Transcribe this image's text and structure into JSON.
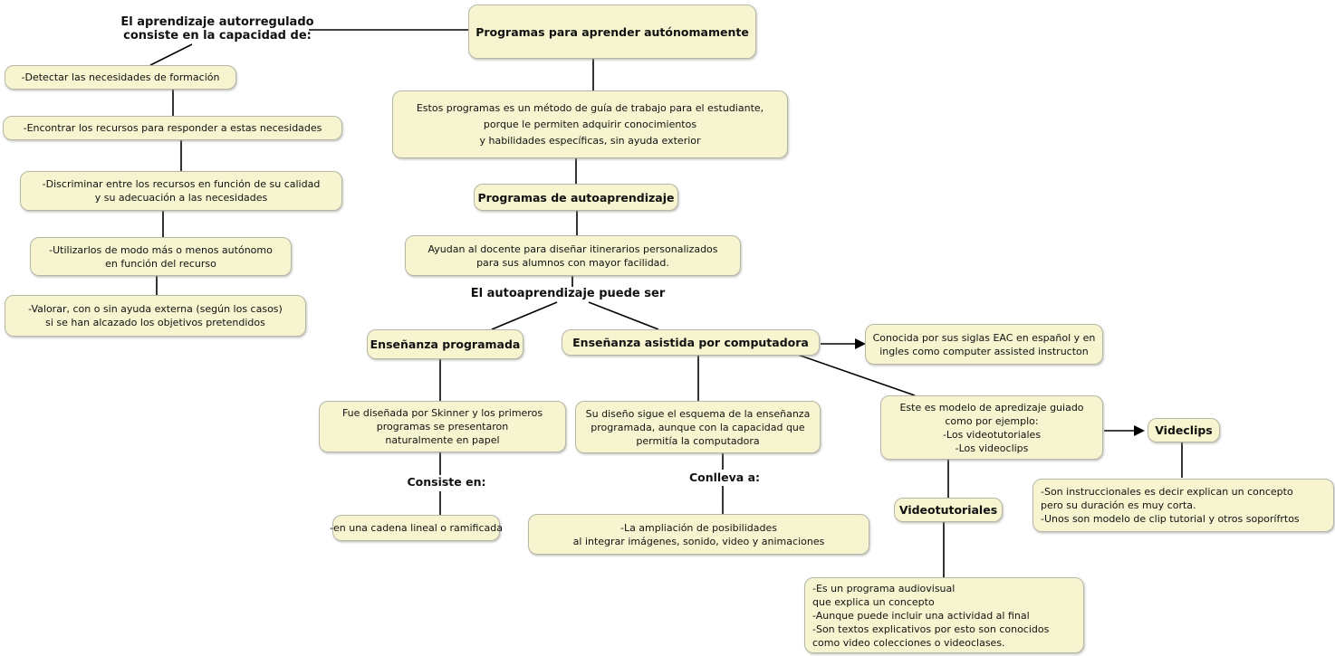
{
  "title": "Programas para aprender autónomamente",
  "style": {
    "background": "#ffffff",
    "node_fill": "#f6f5d0",
    "node_border": "#b7b7a8",
    "line_color": "#000000",
    "text_color": "#111111"
  },
  "nodes": {
    "t1": {
      "text": "El aprendizaje autorregulado\nconsiste en la capacidad de:"
    },
    "a1": {
      "text": "-Detectar las necesidades de formación"
    },
    "a2": {
      "text": "-Encontrar los recursos para responder a estas necesidades"
    },
    "a3": {
      "text": "-Discriminar entre los recursos en función de su calidad\ny su adecuación a las necesidades"
    },
    "a4": {
      "text": "-Utilizarlos de modo más o menos autónomo\nen función del recurso"
    },
    "a5": {
      "text": "-Valorar, con o sin ayuda externa (según los casos)\nsi se han alcazado los objetivos pretendidos"
    },
    "b1": {
      "text": "Programas para aprender autónomamente"
    },
    "b2": {
      "text": "Estos programas es un método de guía de trabajo para el estudiante,\nporque le permiten adquirir conocimientos\ny habilidades específicas, sin ayuda exterior"
    },
    "b3": {
      "text": "Programas de autoaprendizaje"
    },
    "b4": {
      "text": "Ayudan al docente para diseñar itinerarios personalizados\npara sus alumnos con mayor facilidad."
    },
    "t2": {
      "text": "El autoaprendizaje puede ser"
    },
    "c1": {
      "text": "Enseñanza programada"
    },
    "c2": {
      "text": "Enseñanza asistida por computadora"
    },
    "d1": {
      "text": "Conocida por sus siglas EAC en español y en\ningles como computer assisted instructon"
    },
    "d2": {
      "text": "Fue diseñada por Skinner y los primeros\nprogramas se presentaron\nnaturalmente en papel"
    },
    "d3": {
      "text": "Su diseño sigue el esquema de la enseñanza\nprogramada, aunque con la capacidad que\npermitía la computadora"
    },
    "d4": {
      "text": "Este es modelo de apredizaje guiado\ncomo por ejemplo:\n-Los videotutoriales\n-Los videoclips"
    },
    "d5": {
      "text": "Videclips"
    },
    "t3": {
      "text": "Consiste en:"
    },
    "t4": {
      "text": "Conlleva a:"
    },
    "e1": {
      "text": "-en una cadena lineal o ramificada"
    },
    "e2": {
      "text": "-La ampliación de posibilidades\nal integrar imágenes, sonido, video y animaciones"
    },
    "f1": {
      "text": "Videotutoriales"
    },
    "f2": {
      "text": "-Son instruccionales es decir explican un concepto\npero su duración es muy corta.\n-Unos son modelo de clip tutorial y otros soporífrtos"
    },
    "f3": {
      "text": "-Es un programa audiovisual\nque explica un concepto\n-Aunque puede incluir una actividad al final\n-Son textos explicativos por esto son conocidos\ncomo video colecciones o videoclases."
    }
  }
}
